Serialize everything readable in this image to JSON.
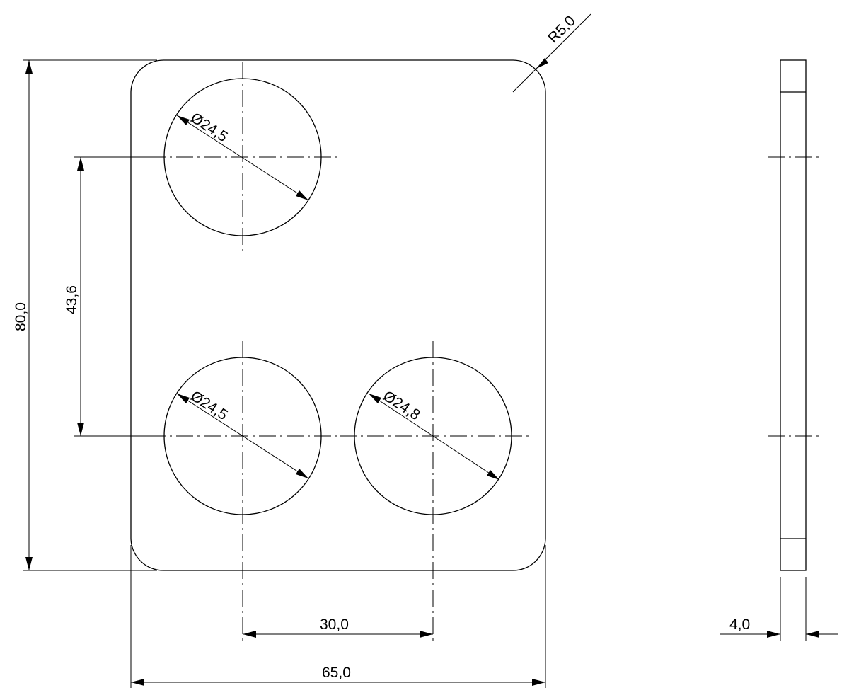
{
  "drawing": {
    "radius_label": "R5,0",
    "hole_top_label": "Ø24,5",
    "hole_bottom_left_label": "Ø24,5",
    "hole_bottom_right_label": "Ø24,8",
    "vertical_spacing_label": "43,6",
    "overall_height_label": "80,0",
    "hole_spacing_label": "30,0",
    "overall_width_label": "65,0",
    "thickness_label": "4,0"
  }
}
